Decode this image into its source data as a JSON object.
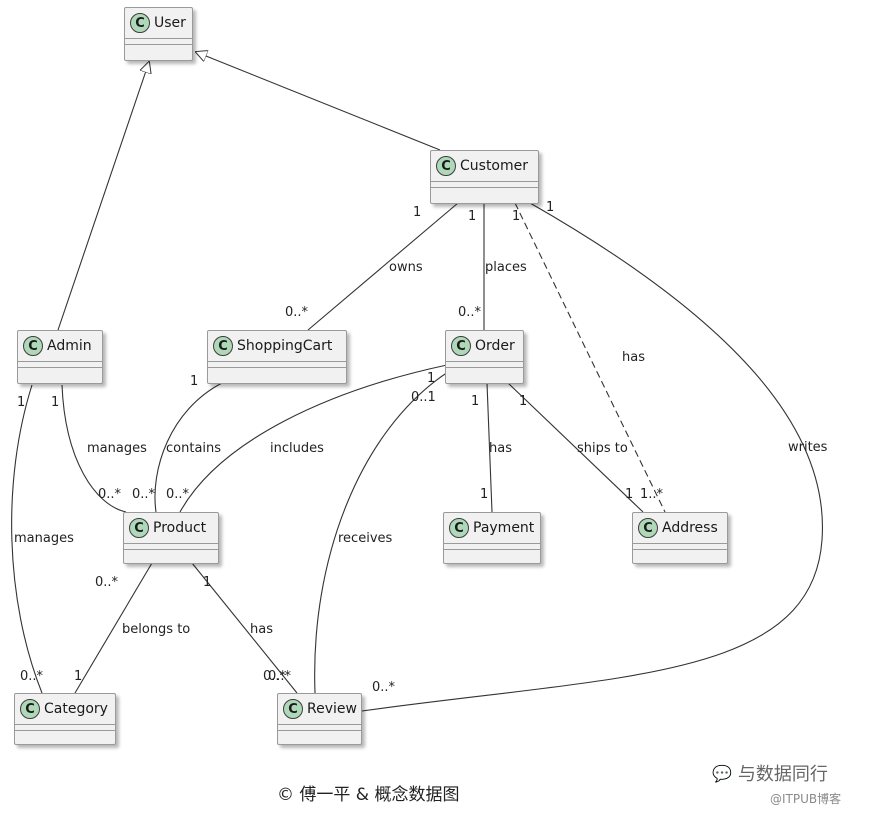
{
  "classes": {
    "user": "User",
    "customer": "Customer",
    "admin": "Admin",
    "shoppingcart": "ShoppingCart",
    "order": "Order",
    "product": "Product",
    "payment": "Payment",
    "address": "Address",
    "category": "Category",
    "review": "Review"
  },
  "class_badge": "C",
  "relations": {
    "owns": "owns",
    "places": "places",
    "has_address": "has",
    "writes": "writes",
    "manages_product": "manages",
    "manages_category": "manages",
    "contains": "contains",
    "includes": "includes",
    "has_payment": "has",
    "ships_to": "ships to",
    "receives": "receives",
    "belongs_to": "belongs to",
    "has_review": "has"
  },
  "multiplicities": {
    "cust_owns": "1",
    "cart_owned": "0..*",
    "cust_places": "1",
    "order_placed": "0..*",
    "cust_has": "1",
    "addr_has": "1..*",
    "cust_writes": "1",
    "rev_writes": "0..*",
    "admin_cat": "1",
    "admin_prod": "1",
    "prod_admin": "0..*",
    "prod_cart": "0..*",
    "prod_order": "0..*",
    "cart_contains": "1",
    "order_includes": "1",
    "order_receives": "0..1",
    "order_pay": "1",
    "pay_order": "1",
    "order_ship": "1",
    "addr_ship": "1",
    "cat_managed": "0..*",
    "prod_cat": "0..*",
    "cat_prod": "1",
    "prod_rev": "1",
    "rev_prod": "0..*",
    "rev_order": "0..*"
  },
  "footer": {
    "credit": "© 傅一平 & 概念数据图",
    "wechat": "与数据同行",
    "watermark": "@ITPUB博客"
  }
}
